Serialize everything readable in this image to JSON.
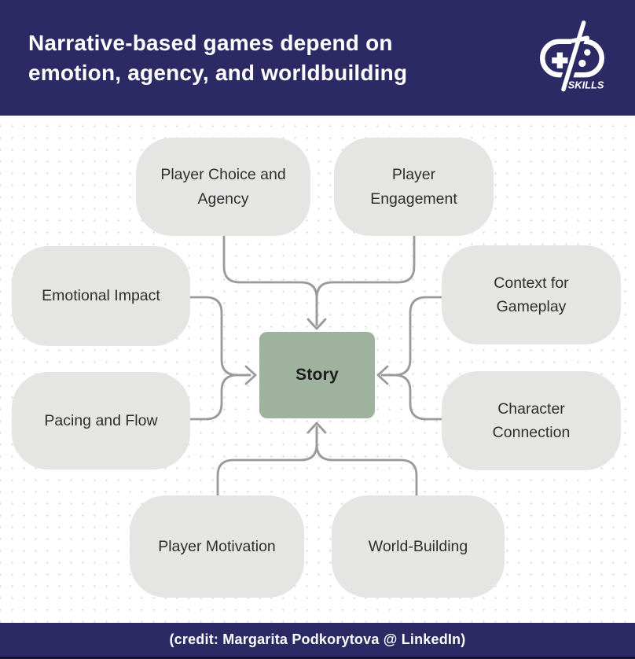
{
  "header": {
    "title_line1": "Narrative-based games depend on",
    "title_line2": "emotion, agency, and worldbuilding",
    "bg_color": "#2C2A64",
    "text_color": "#FFFFFF",
    "logo": {
      "name": "GD Skills",
      "subtext": "SKILLS"
    }
  },
  "diagram": {
    "type": "mind-map",
    "center_node": {
      "id": "story",
      "label": "Story",
      "bg_color": "#9FB29D"
    },
    "nodes": [
      {
        "id": "player-choice-agency",
        "label": "Player Choice and Agency"
      },
      {
        "id": "player-engagement",
        "label": "Player Engagement"
      },
      {
        "id": "emotional-impact",
        "label": "Emotional Impact"
      },
      {
        "id": "pacing-and-flow",
        "label": "Pacing and Flow"
      },
      {
        "id": "context-for-gameplay",
        "label": "Context for Gameplay"
      },
      {
        "id": "character-connection",
        "label": "Character Connection"
      },
      {
        "id": "player-motivation",
        "label": "Player Motivation"
      },
      {
        "id": "world-building",
        "label": "World-Building"
      }
    ],
    "edges": [
      {
        "from": "player-choice-agency",
        "to": "story"
      },
      {
        "from": "player-engagement",
        "to": "story"
      },
      {
        "from": "emotional-impact",
        "to": "story"
      },
      {
        "from": "pacing-and-flow",
        "to": "story"
      },
      {
        "from": "context-for-gameplay",
        "to": "story"
      },
      {
        "from": "character-connection",
        "to": "story"
      },
      {
        "from": "player-motivation",
        "to": "story"
      },
      {
        "from": "world-building",
        "to": "story"
      }
    ],
    "node_bg_color": "#E5E5E4",
    "node_text_color": "#2E2E2E",
    "arrow_color": "#9A9A9A",
    "background_dot_color": "#E5E2E2"
  },
  "footer": {
    "credit": "(credit: Margarita Podkorytova @ LinkedIn)"
  }
}
